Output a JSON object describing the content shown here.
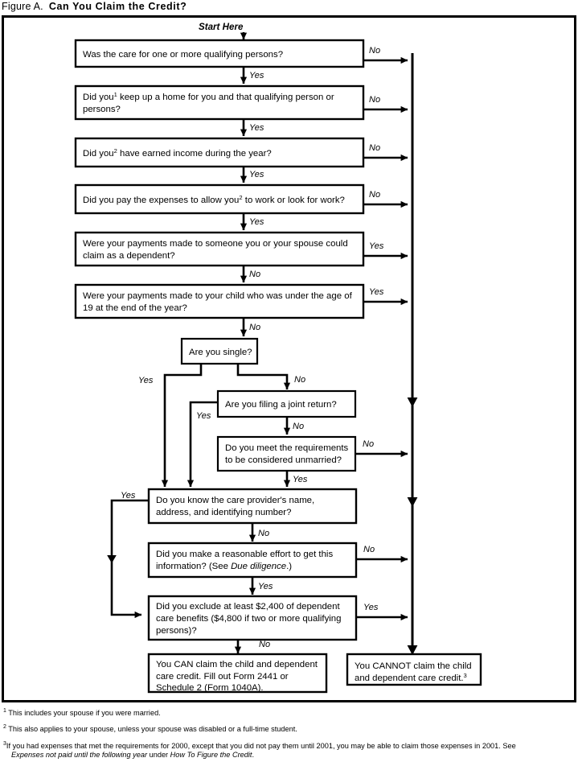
{
  "figure": {
    "label": "Figure A.",
    "title": "Can You Claim the Credit?",
    "start_here": "Start Here"
  },
  "labels": {
    "yes": "Yes",
    "no": "No"
  },
  "boxes": {
    "q1": {
      "line1": "Was the care for one or more qualifying persons?"
    },
    "q2": {
      "pre": "Did you",
      "sup": "1",
      "post": " keep up a home for you and that qualifying person or",
      "line2": "persons?"
    },
    "q3": {
      "pre": "Did you",
      "sup": "2",
      "post": " have earned income during the year?"
    },
    "q4": {
      "pre": "Did you pay the expenses to allow you",
      "sup": "2",
      "post": " to work or look for work?"
    },
    "q5": {
      "line1": "Were your payments made to someone you or your spouse could",
      "line2": "claim as a dependent?"
    },
    "q6": {
      "line1": "Were your payments made to your child who was under the age of",
      "line2": "19 at the end of the year?"
    },
    "q7": {
      "line1": "Are you single?"
    },
    "q8": {
      "line1": "Are you filing a joint return?"
    },
    "q9": {
      "line1": "Do you meet the requirements",
      "line2": "to be considered unmarried?"
    },
    "q10": {
      "line1": "Do you know the care provider's name,",
      "line2": "address, and identifying number?"
    },
    "q11": {
      "pre": "Did you make a reasonable effort to get this",
      "line2pre": "information? (See ",
      "line2ital": "Due diligence",
      "line2post": ".)"
    },
    "q12": {
      "line1": "Did you exclude at least $2,400 of dependent",
      "line2": "care benefits ($4,800 if two or more qualifying",
      "line3": "persons)?"
    },
    "can": {
      "line1": "You CAN claim the child and dependent",
      "line2": "care credit. Fill out Form 2441 or",
      "line3": "Schedule 2 (Form 1040A)."
    },
    "cannot": {
      "line1": "You CANNOT claim the child",
      "line2pre": "and dependent care credit.",
      "sup": "3"
    }
  },
  "footnotes": [
    {
      "marker": "1",
      "text": "This includes your spouse if you were married."
    },
    {
      "marker": "2",
      "text": "This also applies to your spouse, unless your spouse was disabled or a full-time student."
    },
    {
      "marker": "3",
      "text": "If you had expenses that met the requirements for 2000, except that you did not pay them until 2001, you may be able to claim those expenses in 2001. See",
      "line2_italic_a": "Expenses not paid until the following year",
      "line2_mid": " under ",
      "line2_italic_b": "How To Figure the Credit",
      "line2_end": "."
    }
  ],
  "colors": {
    "ink": "#000000",
    "paper": "#ffffff"
  }
}
